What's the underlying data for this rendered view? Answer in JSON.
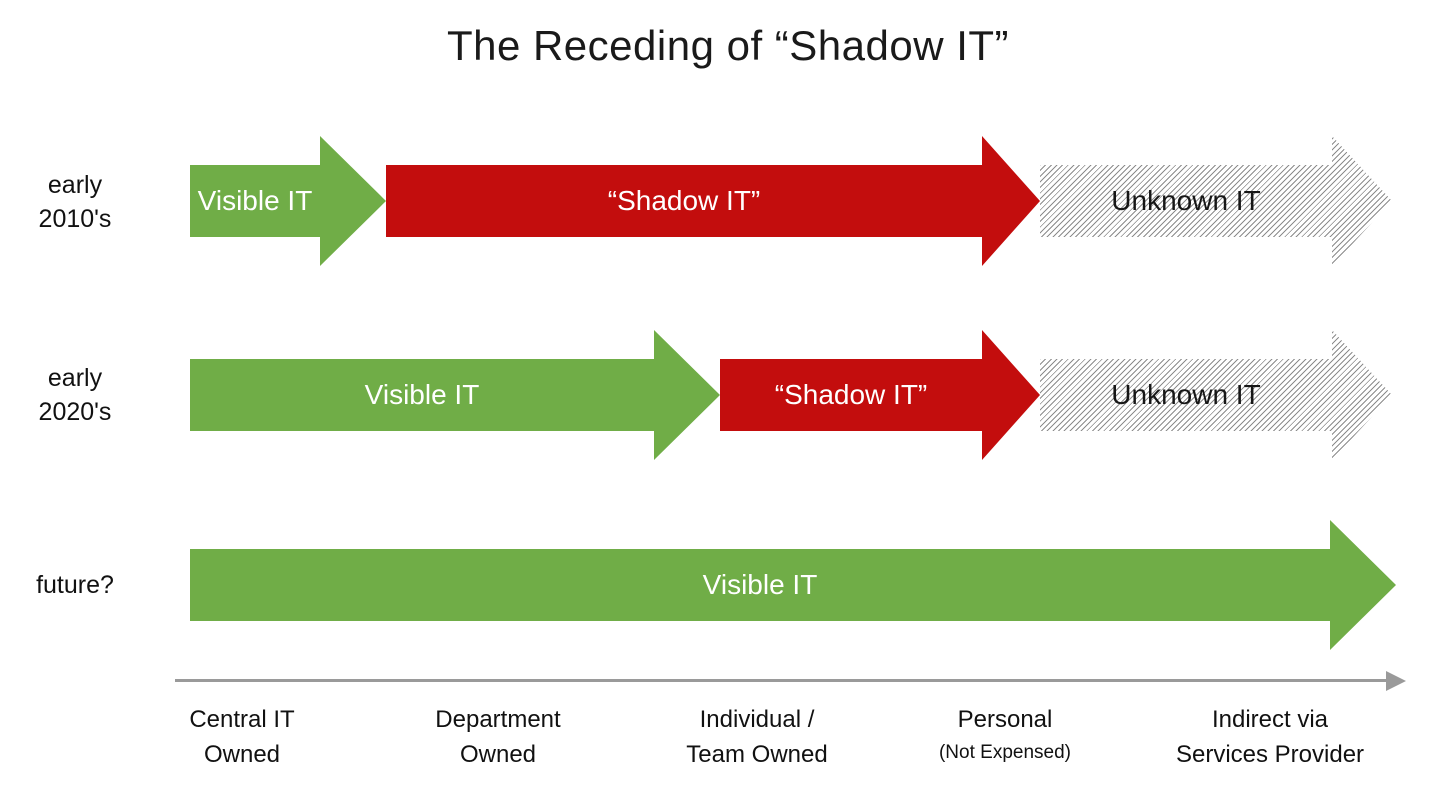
{
  "title": "The Receding of “Shadow IT”",
  "rows": [
    {
      "era_line1": "early",
      "era_line2": "2010's",
      "segments": [
        {
          "name": "visible-it",
          "text": "Visible IT"
        },
        {
          "name": "shadow-it",
          "text": "“Shadow IT”"
        },
        {
          "name": "unknown-it",
          "text": "Unknown IT"
        }
      ]
    },
    {
      "era_line1": "early",
      "era_line2": "2020's",
      "segments": [
        {
          "name": "visible-it",
          "text": "Visible IT"
        },
        {
          "name": "shadow-it",
          "text": "“Shadow IT”"
        },
        {
          "name": "unknown-it",
          "text": "Unknown IT"
        }
      ]
    },
    {
      "era_line1": "future?",
      "era_line2": "",
      "segments": [
        {
          "name": "visible-it",
          "text": "Visible IT"
        }
      ]
    }
  ],
  "axis": {
    "categories": [
      {
        "line1": "Central IT",
        "line2": "Owned"
      },
      {
        "line1": "Department",
        "line2": "Owned"
      },
      {
        "line1": "Individual /",
        "line2": "Team Owned"
      },
      {
        "line1": "Personal",
        "line2": "(Not Expensed)"
      },
      {
        "line1": "Indirect via",
        "line2": "Services Provider"
      }
    ]
  },
  "colors": {
    "visible_green": "#70AD47",
    "shadow_red": "#C30D0D",
    "unknown_hatch_line": "#8C8C8C",
    "axis_gray": "#9A9A9A",
    "text_dark": "#111111",
    "text_light": "#FFFFFF"
  }
}
